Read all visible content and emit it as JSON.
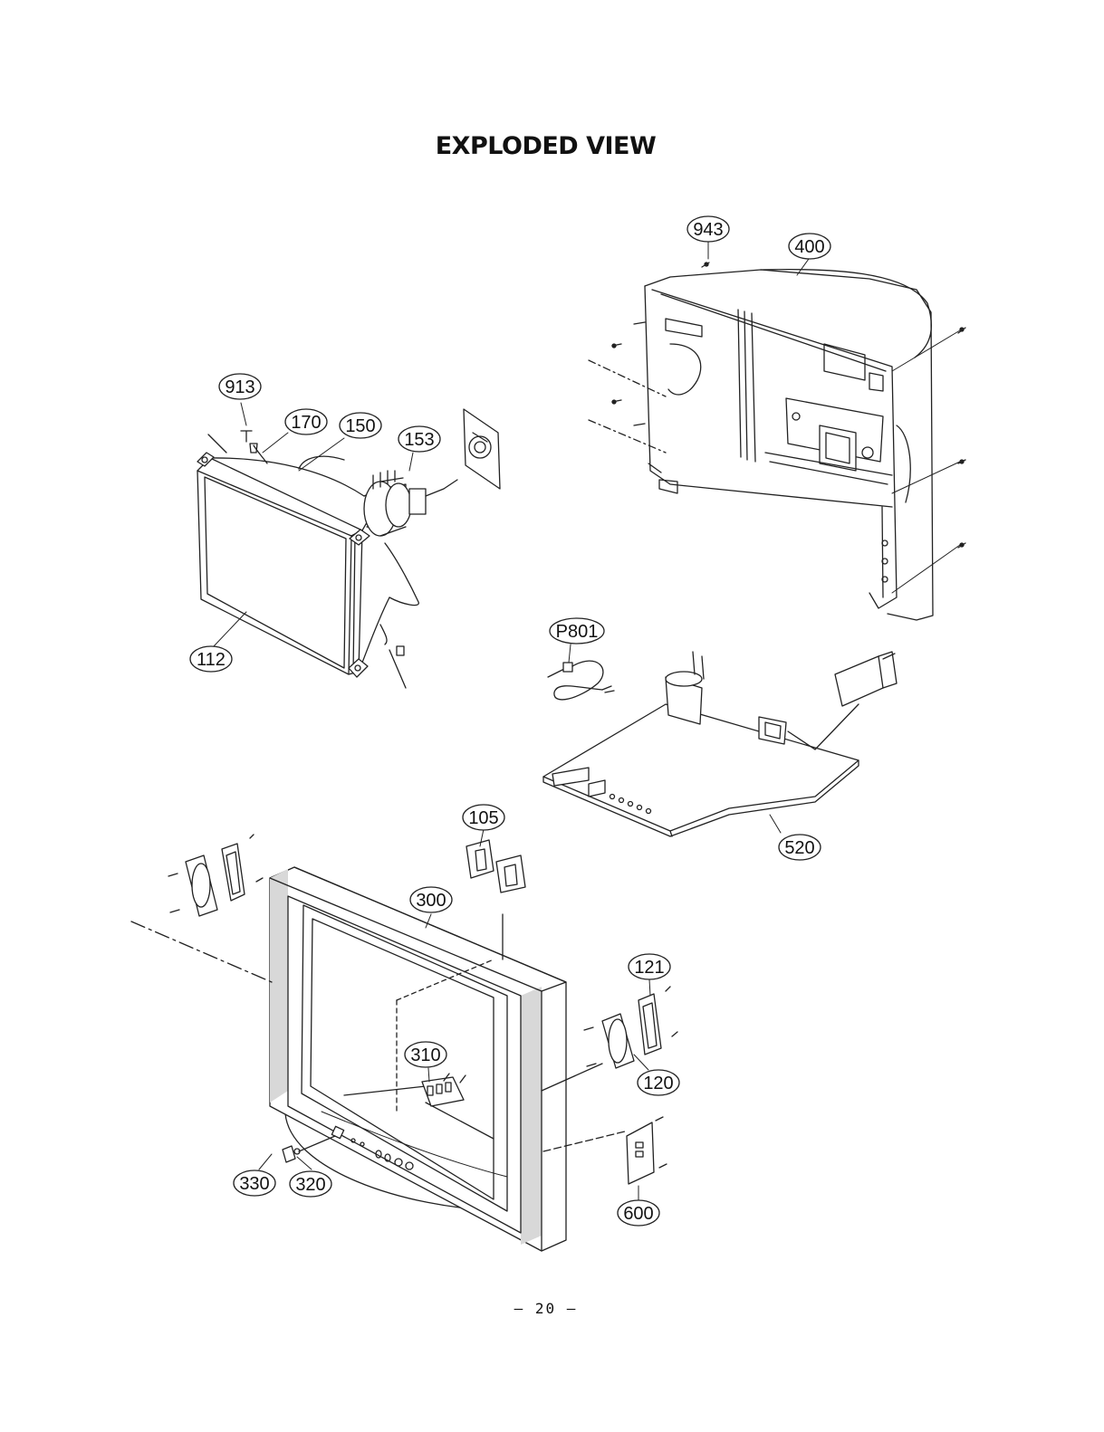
{
  "page": {
    "title": "EXPLODED VIEW",
    "page_number": "– 20 –"
  },
  "callouts": [
    {
      "id": "c913",
      "label": "913"
    },
    {
      "id": "c170",
      "label": "170"
    },
    {
      "id": "c150",
      "label": "150"
    },
    {
      "id": "c153",
      "label": "153"
    },
    {
      "id": "c112",
      "label": "112"
    },
    {
      "id": "c943",
      "label": "943"
    },
    {
      "id": "c400",
      "label": "400"
    },
    {
      "id": "cP801",
      "label": "P801"
    },
    {
      "id": "c520",
      "label": "520"
    },
    {
      "id": "c105",
      "label": "105"
    },
    {
      "id": "c300",
      "label": "300"
    },
    {
      "id": "c121",
      "label": "121"
    },
    {
      "id": "c310",
      "label": "310"
    },
    {
      "id": "c120",
      "label": "120"
    },
    {
      "id": "c330",
      "label": "330"
    },
    {
      "id": "c320",
      "label": "320"
    },
    {
      "id": "c600",
      "label": "600"
    }
  ]
}
